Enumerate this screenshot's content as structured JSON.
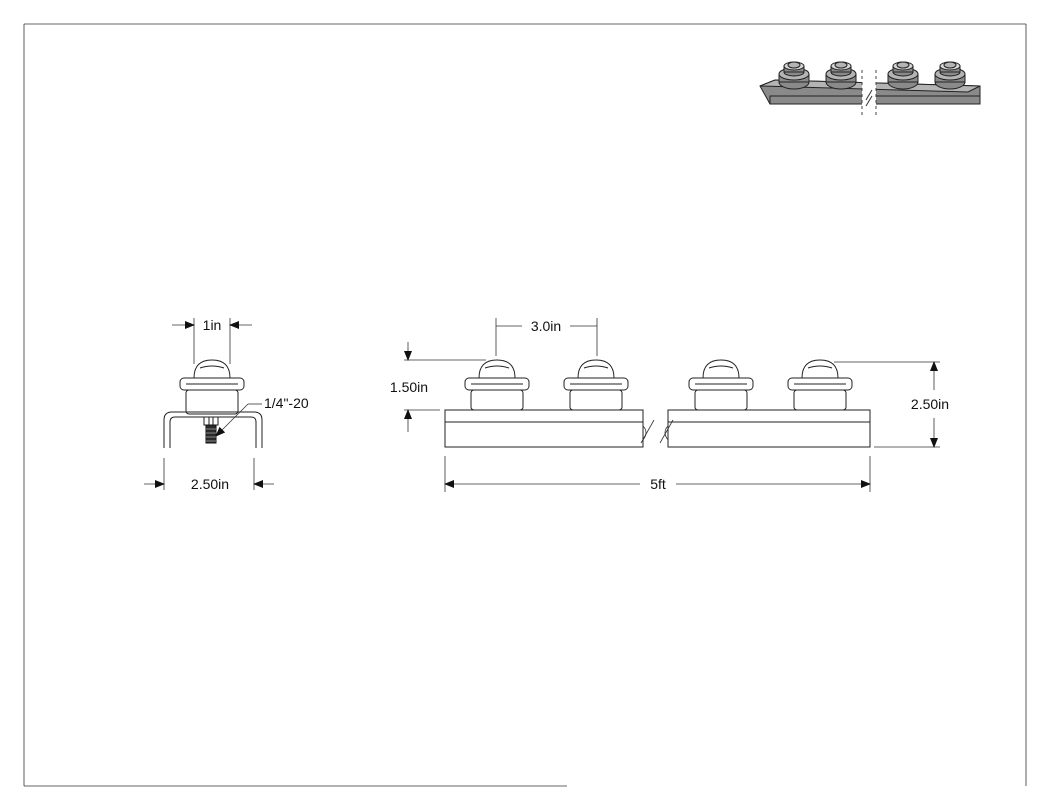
{
  "drawing": {
    "side_view": {
      "dim_ball_width": "1in",
      "dim_thread": "1/4\"-20",
      "dim_base_width": "2.50in"
    },
    "front_view": {
      "dim_spacing": "3.0in",
      "dim_rail_height": "1.50in",
      "dim_total_height": "2.50in",
      "dim_length": "5ft"
    }
  }
}
